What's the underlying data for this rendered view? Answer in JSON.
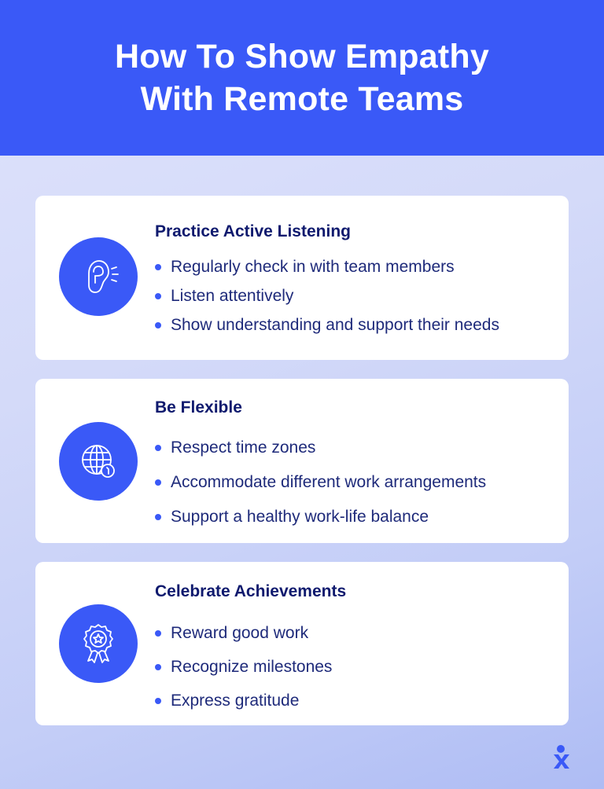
{
  "header": {
    "title_line1": "How To Show Empathy",
    "title_line2": "With Remote Teams"
  },
  "colors": {
    "accent": "#3a59f7",
    "title_text": "#0f1a6e",
    "body_text": "#1e2a7a",
    "card_bg": "#ffffff"
  },
  "cards": [
    {
      "icon": "ear-listening-icon",
      "title": "Practice Active Listening",
      "items": [
        "Regularly check in with team members",
        "Listen attentively",
        "Show understanding and support their needs"
      ]
    },
    {
      "icon": "globe-clock-icon",
      "title": "Be Flexible",
      "items": [
        "Respect time zones",
        "Accommodate different work arrangements",
        "Support a healthy work-life balance"
      ]
    },
    {
      "icon": "award-ribbon-star-icon",
      "title": "Celebrate Achievements",
      "items": [
        "Reward good work",
        "Recognize milestones",
        "Express gratitude"
      ]
    }
  ],
  "logo": {
    "icon": "person-x-logo-icon"
  }
}
